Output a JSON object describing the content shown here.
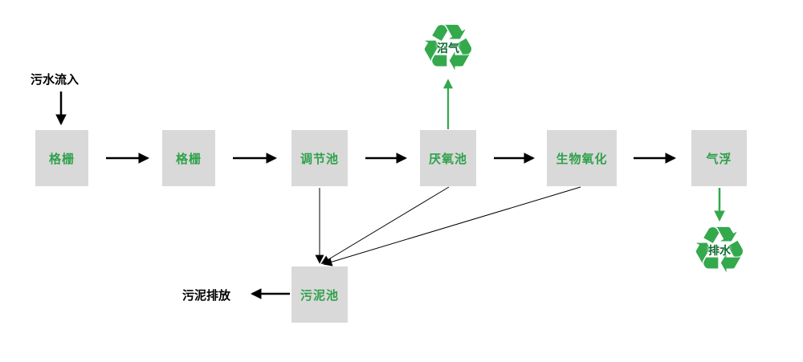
{
  "labels": {
    "inflow": "污水流入",
    "sludge_discharge": "污泥排放"
  },
  "boxes": [
    "格栅",
    "格栅",
    "调节池",
    "厌氧池",
    "生物氧化",
    "气浮"
  ],
  "sludge_tank": {
    "label": "污泥池"
  },
  "biogas": {
    "label": "沼气"
  },
  "drainage": {
    "label": "排水"
  },
  "icons": {
    "recycle": "♻"
  },
  "colors": {
    "box_background": "#d9d9d9",
    "label_green": "#2fa14b",
    "recycle_green": "#33a94c",
    "arrow_black": "#000000"
  }
}
